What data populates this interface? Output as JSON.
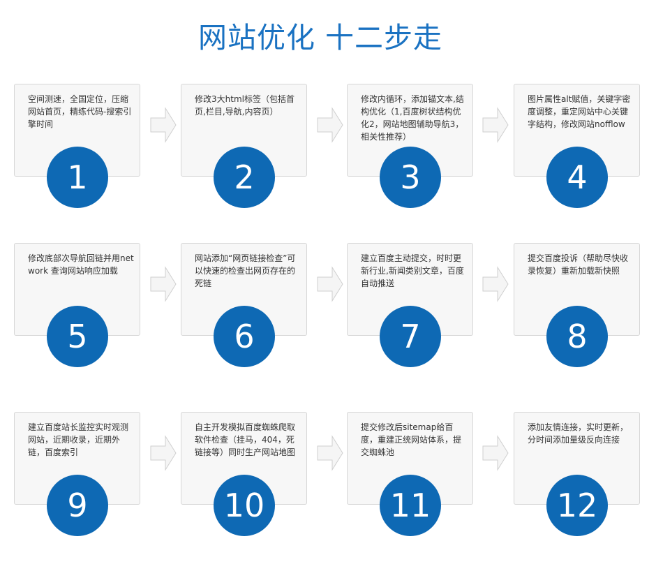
{
  "title": "网站优化  十二步走",
  "colors": {
    "accent": "#0e69b4",
    "title": "#1a72c2",
    "card_bg": "#f7f7f7",
    "card_border": "#d6d6d6"
  },
  "steps": [
    {
      "number": "1",
      "text": "空间测速，全国定位，压缩网站首页，精练代码-搜索引擎时间"
    },
    {
      "number": "2",
      "text": "修改3大html标签（包括首页,栏目,导航,内容页）"
    },
    {
      "number": "3",
      "text": "修改内循环，添加锚文本,结构优化（1,百度树状结构优化2，网站地图辅助导航3，相关性推荐）"
    },
    {
      "number": "4",
      "text": "图片属性alt赋值，关键字密度调整，重定网站中心关键字结构，修改网站nofflow"
    },
    {
      "number": "5",
      "text": "修改底部次导航回链并用network 查询网站响应加载"
    },
    {
      "number": "6",
      "text": "网站添加“网页链接检查”可以快速的检查出网页存在的死链"
    },
    {
      "number": "7",
      "text": "建立百度主动提交，时时更新行业,新闻类别文章，百度自动推送"
    },
    {
      "number": "8",
      "text": "提交百度投诉（帮助尽快收录恢复）重新加载新快照"
    },
    {
      "number": "9",
      "text": "建立百度站长监控实时观测网站，近期收录，近期外链，百度索引"
    },
    {
      "number": "10",
      "text": "自主开发模拟百度蜘蛛爬取软件检查（挂马，404，死链接等）同时生产网站地图"
    },
    {
      "number": "11",
      "text": "提交修改后sitemap给百度，重建正统网站体系，提交蜘蛛池"
    },
    {
      "number": "12",
      "text": "添加友情连接，实时更新，分时间添加量级反向连接"
    }
  ]
}
